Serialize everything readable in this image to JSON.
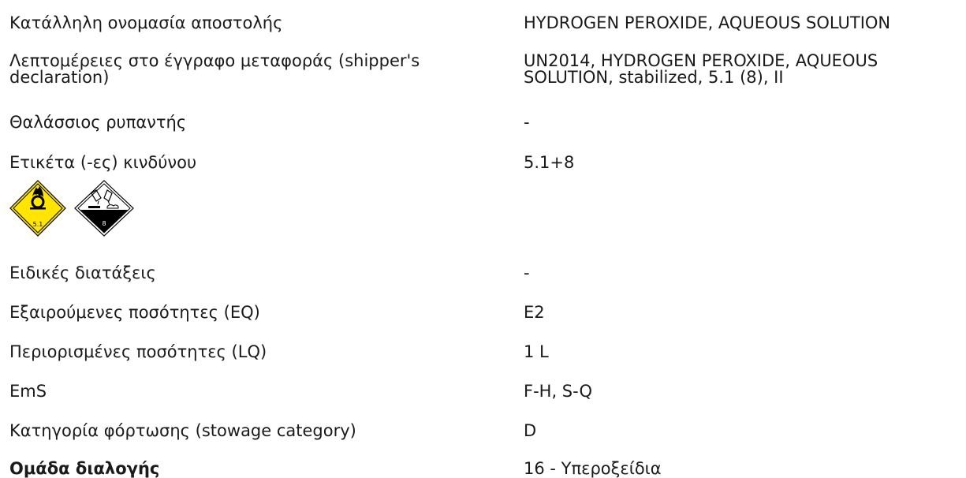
{
  "rows": [
    {
      "label": "Κατάλληλη ονομασία αποστολής",
      "value": "HYDROGEN PEROXIDE, AQUEOUS SOLUTION"
    },
    {
      "label": "Λεπτομέρειες στο έγγραφο μεταφοράς (shipper's declaration)",
      "value": "UN2014, HYDROGEN PEROXIDE, AQUEOUS SOLUTION, stabilized, 5.1 (8), II"
    },
    {
      "label": "Θαλάσσιος ρυπαντής",
      "value": "-"
    },
    {
      "label": "Ετικέτα (-ες) κινδύνου",
      "value": "5.1+8"
    },
    {
      "label": "Ειδικές διατάξεις",
      "value": "-"
    },
    {
      "label": "Εξαιρούμενες ποσότητες (EQ)",
      "value": "E2"
    },
    {
      "label": "Περιορισμένες ποσότητες (LQ)",
      "value": "1 L"
    },
    {
      "label": "EmS",
      "value": "F-H, S-Q"
    },
    {
      "label": "Κατηγορία φόρτωσης (stowage category)",
      "value": "D"
    },
    {
      "label": "Ομάδα διαλογής",
      "value": "16 - Υπεροξείδια"
    }
  ],
  "hazard_labels": [
    {
      "class_number": "5.1",
      "icon": "oxidizer-flame-over-circle-icon",
      "color": "#FFE500"
    },
    {
      "class_number": "8",
      "icon": "corrosive-icon",
      "color": "#000000"
    }
  ]
}
